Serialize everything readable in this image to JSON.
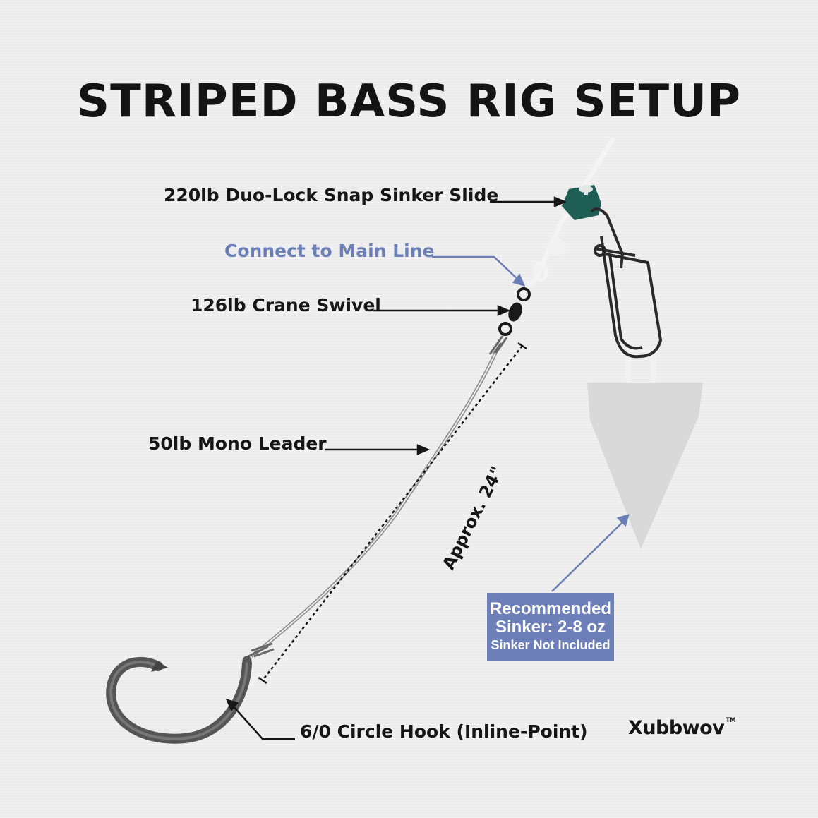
{
  "title": "STRIPED BASS RIG SETUP",
  "labels": {
    "sinker_slide": "220lb Duo-Lock Snap Sinker Slide",
    "main_line": "Connect to Main Line",
    "swivel": "126lb Crane Swivel",
    "leader": "50lb Mono Leader",
    "hook": "6/0 Circle Hook (Inline-Point)"
  },
  "leader_length": "Approx. 24\"",
  "sinker_note": {
    "line1": "Recommended",
    "line2": "Sinker: 2-8 oz",
    "line3": "Sinker Not Included"
  },
  "brand": {
    "name": "Xubbwov",
    "mark": "TM"
  },
  "colors": {
    "text": "#161616",
    "accent_blue": "#6c7fb6",
    "slide_green": "#1f5e55",
    "sinker_gray": "#d9d9d9"
  }
}
